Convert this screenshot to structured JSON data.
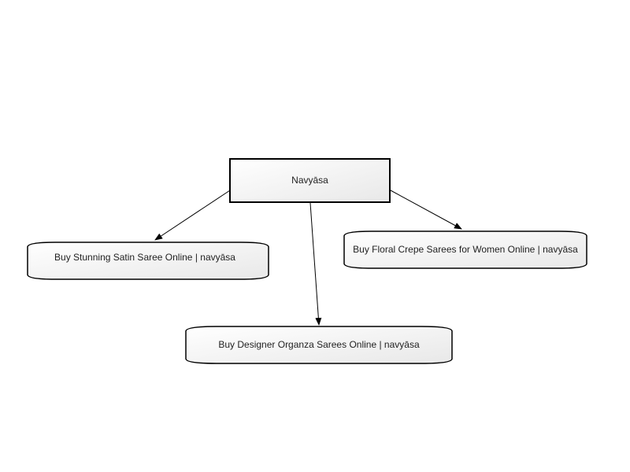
{
  "root": {
    "label": "Navyāsa"
  },
  "children": [
    {
      "label": "Buy Stunning Satin Saree Online | navyāsa"
    },
    {
      "label": "Buy Designer Organza Sarees Online | navyāsa"
    },
    {
      "label": "Buy Floral Crepe Sarees for Women Online | navyāsa"
    }
  ],
  "colors": {
    "stroke": "#000000",
    "fill_start": "#ffffff",
    "fill_end": "#e8e8e8",
    "text": "#222222"
  }
}
